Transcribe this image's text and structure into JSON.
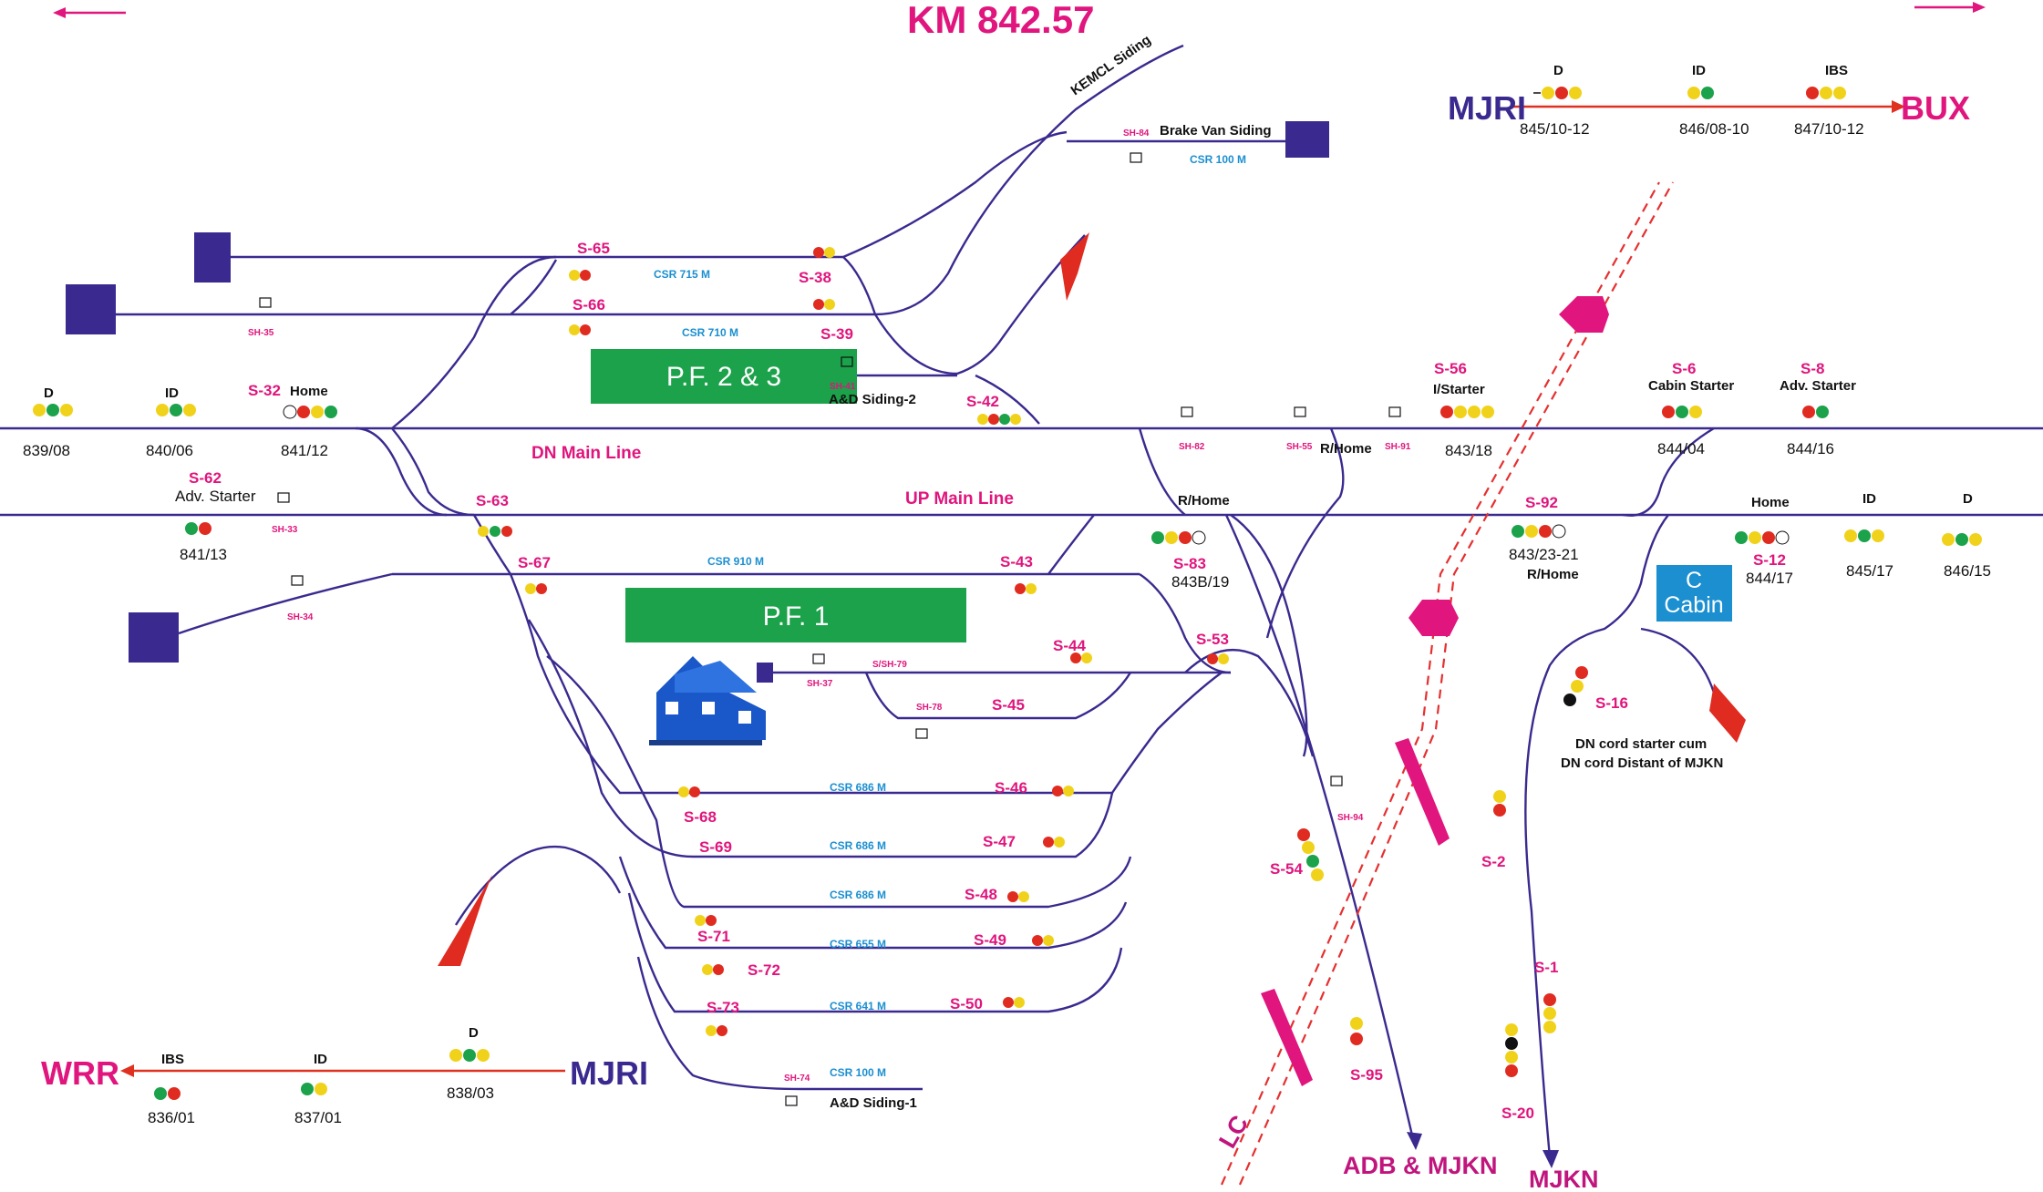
{
  "title": "KM 842.57",
  "stations": {
    "top_left_arrow": "",
    "bux": "BUX",
    "mjri_top": "MJRI",
    "wrr": "WRR",
    "mjri_bottom": "MJRI",
    "adb_mjkn": "ADB & MJKN",
    "mjkn": "MJKN",
    "lc": "LC"
  },
  "top_right_signals": [
    {
      "label": "D",
      "km": "845/10-12"
    },
    {
      "label": "ID",
      "km": "846/08-10"
    },
    {
      "label": "IBS",
      "km": "847/10-12"
    }
  ],
  "bottom_left_signals": [
    {
      "label": "IBS",
      "km": "836/01"
    },
    {
      "label": "ID",
      "km": "837/01"
    },
    {
      "label": "D",
      "km": "838/03"
    }
  ],
  "dn_signals": [
    {
      "label": "D",
      "km": "839/08"
    },
    {
      "label": "ID",
      "km": "840/06"
    },
    {
      "label": "Home",
      "km": "841/12",
      "sig": "S-32"
    }
  ],
  "up_left": {
    "sig": "S-62",
    "label": "Adv. Starter",
    "km": "841/13"
  },
  "right_dn_signals": [
    {
      "sig": "S-56",
      "label": "I/Starter",
      "km": "843/18"
    },
    {
      "sig": "S-6",
      "label": "Cabin Starter",
      "km": "844/04"
    },
    {
      "sig": "S-8",
      "label": "Adv. Starter",
      "km": "844/16"
    }
  ],
  "right_up_signals": [
    {
      "sig": "S-92",
      "label": "R/Home",
      "km": "843/23-21"
    },
    {
      "sig": "S-12",
      "label": "Home",
      "km": "844/17"
    },
    {
      "label": "ID",
      "km": "845/17"
    },
    {
      "label": "D",
      "km": "846/15"
    }
  ],
  "lines": {
    "dn_main": "DN Main Line",
    "up_main": "UP Main Line",
    "kemcl": "KEMCL Siding",
    "brake_van": "Brake Van Siding",
    "ad_siding_2": "A&D Siding-2",
    "ad_siding_1": "A&D Siding-1",
    "r_home_top": "R/Home",
    "r_home_up": "R/Home",
    "s83": "S-83",
    "s83_km": "843B/19"
  },
  "platforms": {
    "pf23": "P.F. 2 & 3",
    "pf1": "P.F. 1"
  },
  "cabin": {
    "line1": "C",
    "line2": "Cabin"
  },
  "csr": [
    "CSR 100 M",
    "CSR 715 M",
    "CSR 710 M",
    "CSR 910 M",
    "CSR 686 M",
    "CSR 686 M",
    "CSR 686 M",
    "CSR 655 M",
    "CSR 641  M",
    "CSR 100  M"
  ],
  "shunt": [
    "SH-84",
    "SH-35",
    "SH-41",
    "SH-82",
    "SH-55",
    "SH-91",
    "SH-33",
    "SH-34",
    "SH-37",
    "S/SH-79",
    "SH-78",
    "SH-94",
    "SH-74"
  ],
  "sig_labels": [
    "S-65",
    "S-38",
    "S-66",
    "S-39",
    "S-42",
    "S-63",
    "S-67",
    "S-43",
    "S-44",
    "S-53",
    "S-45",
    "S-46",
    "S-68",
    "S-69",
    "S-47",
    "S-48",
    "S-71",
    "S-49",
    "S-72",
    "S-73",
    "S-50",
    "S-54",
    "S-95",
    "S-2",
    "S-1",
    "S-20",
    "S-16"
  ],
  "note": [
    "DN cord starter cum",
    "DN cord Distant of MJKN"
  ],
  "colors": {
    "track": "#3a2a8f",
    "signal_label": "#e0157d",
    "platform": "#1ba24a",
    "csr": "#1b8fd0",
    "cabin": "#1b8fd0"
  }
}
